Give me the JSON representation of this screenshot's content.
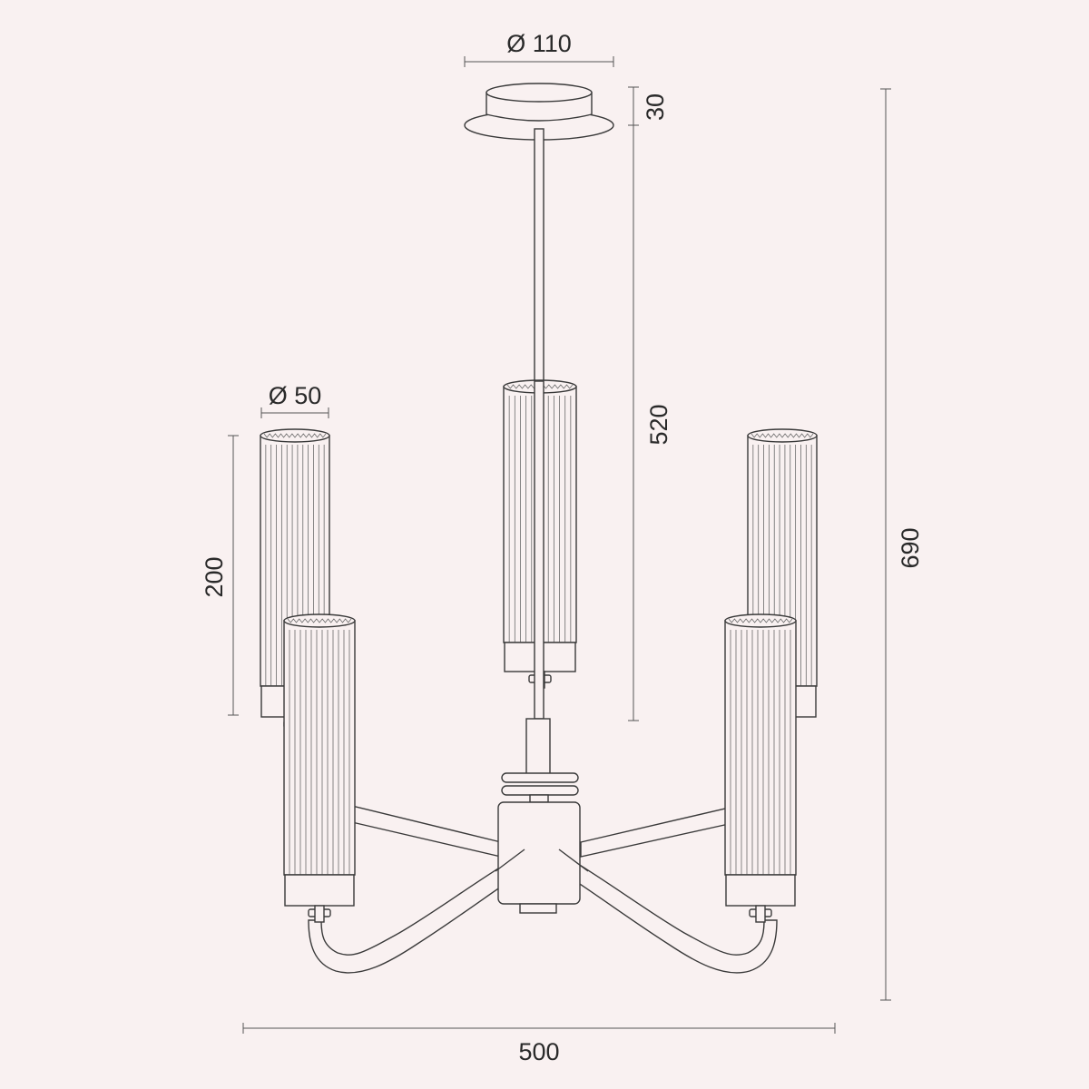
{
  "dimensions": {
    "canopy_diameter": "Ø 110",
    "canopy_height": "30",
    "shade_diameter": "Ø 50",
    "shade_height": "200",
    "drop_length": "520",
    "total_height": "690",
    "total_width": "500"
  },
  "colors": {
    "background": "#f9f1f1",
    "line": "#3a3a3a"
  }
}
